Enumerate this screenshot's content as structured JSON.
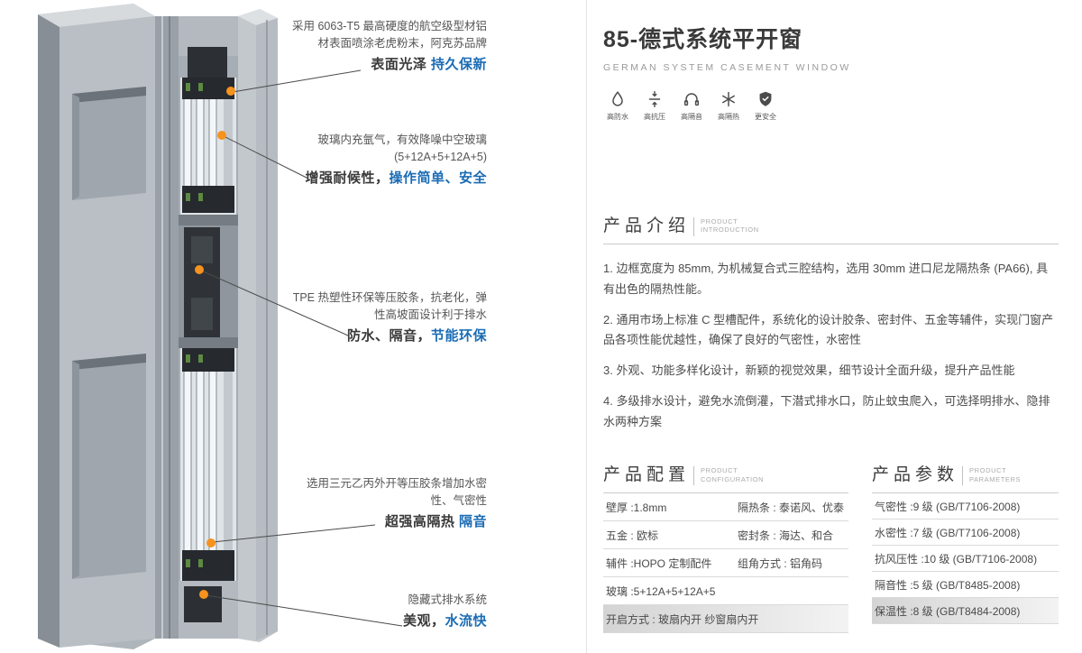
{
  "header": {
    "title_bold": "85-",
    "title_text": "德式系统平开窗",
    "subtitle": "GERMAN SYSTEM CASEMENT WINDOW"
  },
  "features": [
    {
      "icon": "water-drop-icon",
      "label": "高防水"
    },
    {
      "icon": "pressure-icon",
      "label": "高抗压"
    },
    {
      "icon": "soundproof-icon",
      "label": "高隔音"
    },
    {
      "icon": "thermal-icon",
      "label": "高隔热"
    },
    {
      "icon": "shield-icon",
      "label": "更安全"
    }
  ],
  "annotations": [
    {
      "line1": "采用 6063-T5 最高硬度的航空级型材铝",
      "line2": "材表面喷涂老虎粉末，阿克苏品牌",
      "bold_dark": "表面光泽 ",
      "bold_blue": "持久保新"
    },
    {
      "line1": "玻璃内充氩气，有效降噪中空玻璃",
      "line2": "(5+12A+5+12A+5)",
      "bold_dark": "增强耐候性，",
      "bold_blue": "操作简单、安全"
    },
    {
      "line1": "TPE 热塑性环保等压胶条，抗老化，弹",
      "line2": "性高坡面设计利于排水",
      "bold_dark": "防水、隔音，",
      "bold_blue": "节能环保"
    },
    {
      "line1": "选用三元乙丙外开等压胶条增加水密",
      "line2": "性、气密性",
      "bold_dark": "超强高隔热 ",
      "bold_blue": "隔音"
    },
    {
      "line1": "隐藏式排水系统",
      "line2": "",
      "bold_dark": "美观，",
      "bold_blue": "水流快"
    }
  ],
  "intro": {
    "title_cn": "产品介绍",
    "title_en_line1": "PRODUCT",
    "title_en_line2": "INTRODUCTION",
    "paragraphs": [
      "1. 边框宽度为 85mm, 为机械复合式三腔结构，选用 30mm 进口尼龙隔热条 (PA66), 具有出色的隔热性能。",
      "2. 通用市场上标准 C 型槽配件，系统化的设计胶条、密封件、五金等辅件，实现门窗产品各项性能优越性，确保了良好的气密性，水密性",
      "3. 外观、功能多样化设计，新颖的视觉效果，细节设计全面升级，提升产品性能",
      "4. 多级排水设计，避免水流倒灌，下潜式排水口，防止蚊虫爬入，可选择明排水、隐排水两种方案"
    ]
  },
  "config": {
    "title_cn": "产品配置",
    "title_en_line1": "PRODUCT",
    "title_en_line2": "CONFIGURATION",
    "rows": [
      {
        "left": "壁厚 :1.8mm",
        "right": "隔热条 : 泰诺风、优泰"
      },
      {
        "left": "五金 : 欧标",
        "right": "密封条 : 海达、和合"
      },
      {
        "left": "辅件 :HOPO 定制配件",
        "right": "组角方式 : 铝角码"
      },
      {
        "left": "玻璃 :5+12A+5+12A+5",
        "right": ""
      },
      {
        "left": "开启方式 : 玻扇内开 纱窗扇内开",
        "right": ""
      }
    ]
  },
  "params": {
    "title_cn": "产品参数",
    "title_en_line1": "PRODUCT",
    "title_en_line2": "PARAMETERS",
    "rows": [
      "气密性 :9 级 (GB/T7106-2008)",
      "水密性 :7 级 (GB/T7106-2008)",
      "抗风压性 :10 级 (GB/T7106-2008)",
      "隔音性 :5 级 (GB/T8485-2008)",
      "保温性 :8 级 (GB/T8484-2008)"
    ]
  },
  "colors": {
    "accent_blue": "#1b6cb5",
    "callout_orange": "#f6921e",
    "title_dark": "#3a3a3a"
  }
}
